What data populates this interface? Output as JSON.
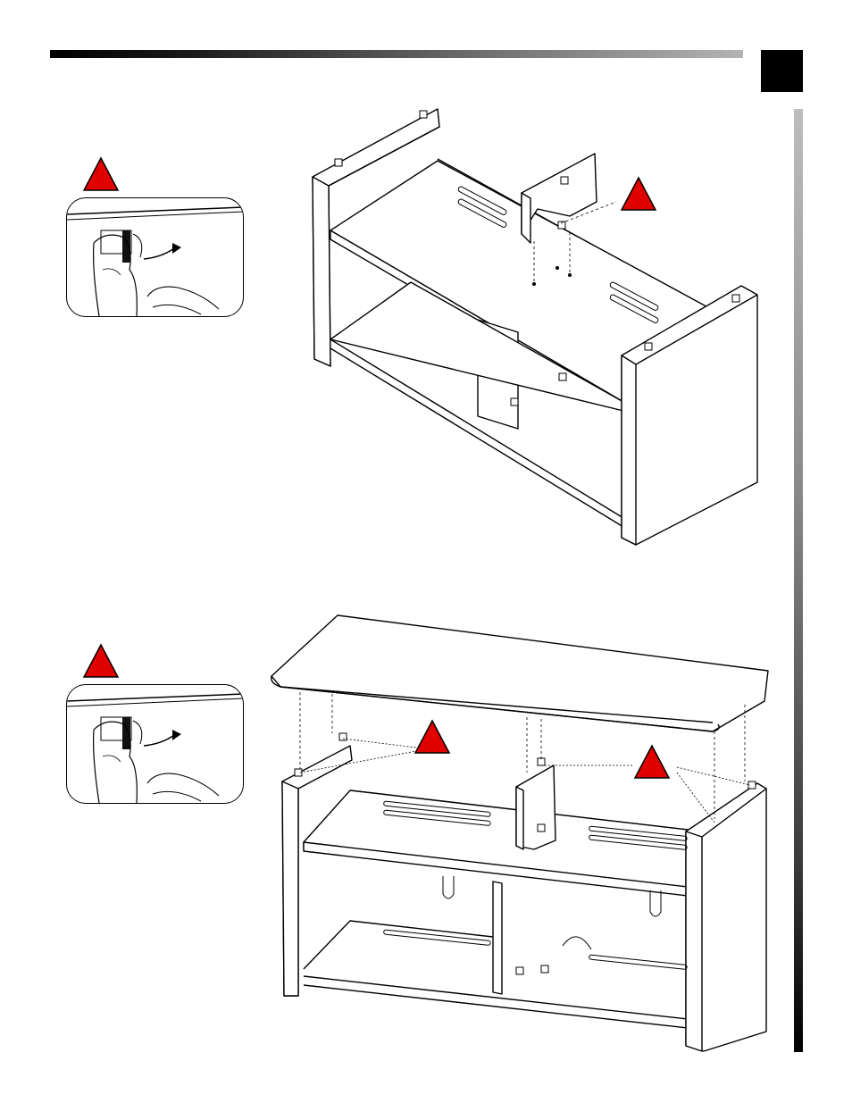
{
  "page": {
    "background": "#ffffff"
  },
  "header": {
    "bar_color_start": "#000000",
    "bar_color_end": "#b4b4b4",
    "step_box_color": "#000000"
  },
  "side_bar": {
    "color_top": "#bdbdbd",
    "color_bottom": "#000000"
  },
  "warnings": {
    "color": "#e00000",
    "icon": "warning-triangle-icon"
  },
  "illustrations": [
    {
      "name": "cabinet-frame-with-center-divider",
      "icon": "cabinet-assembly-icon"
    },
    {
      "name": "cabinet-with-top-panel",
      "icon": "cabinet-top-icon"
    }
  ],
  "insets": [
    {
      "name": "cam-lock-tightening-detail-1",
      "icon": "hand-cam-lock-icon"
    },
    {
      "name": "cam-lock-tightening-detail-2",
      "icon": "hand-cam-lock-icon"
    }
  ]
}
